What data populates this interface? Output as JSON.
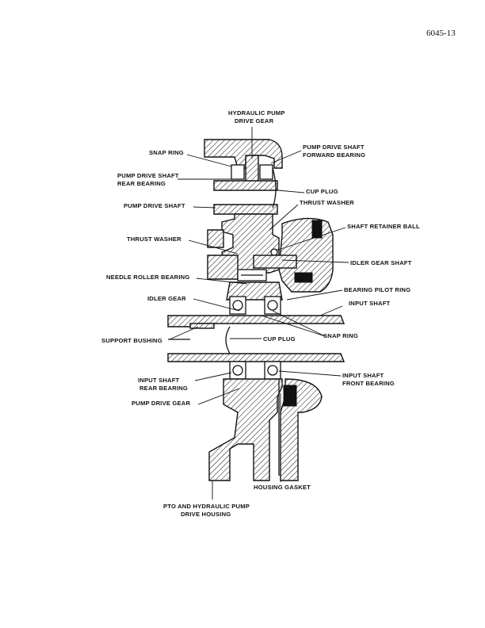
{
  "figure_number": "6045-13",
  "labels": {
    "hydraulic_pump_drive_gear_1": "HYDRAULIC PUMP",
    "hydraulic_pump_drive_gear_2": "DRIVE GEAR",
    "snap_ring_top": "SNAP RING",
    "pump_drive_shaft_fwd_bearing_1": "PUMP DRIVE SHAFT",
    "pump_drive_shaft_fwd_bearing_2": "FORWARD BEARING",
    "pump_drive_shaft_rear_bearing_1": "PUMP DRIVE SHAFT",
    "pump_drive_shaft_rear_bearing_2": "REAR BEARING",
    "cup_plug_top": "CUP PLUG",
    "pump_drive_shaft": "PUMP DRIVE SHAFT",
    "thrust_washer_right": "THRUST WASHER",
    "shaft_retainer_ball": "SHAFT RETAINER BALL",
    "thrust_washer_left": "THRUST WASHER",
    "idler_gear_shaft": "IDLER GEAR SHAFT",
    "needle_roller_bearing": "NEEDLE ROLLER BEARING",
    "bearing_pilot_ring": "BEARING PILOT RING",
    "idler_gear": "IDLER GEAR",
    "input_shaft": "INPUT SHAFT",
    "support_bushing": "SUPPORT BUSHING",
    "cup_plug_bottom": "CUP PLUG",
    "snap_ring_bottom": "SNAP RING",
    "input_shaft_rear_bearing_1": "INPUT SHAFT",
    "input_shaft_rear_bearing_2": "REAR BEARING",
    "input_shaft_front_bearing_1": "INPUT SHAFT",
    "input_shaft_front_bearing_2": "FRONT BEARING",
    "pump_drive_gear": "PUMP DRIVE GEAR",
    "housing_gasket": "HOUSING GASKET",
    "pto_housing_1": "PTO AND HYDRAULIC PUMP",
    "pto_housing_2": "DRIVE HOUSING"
  }
}
